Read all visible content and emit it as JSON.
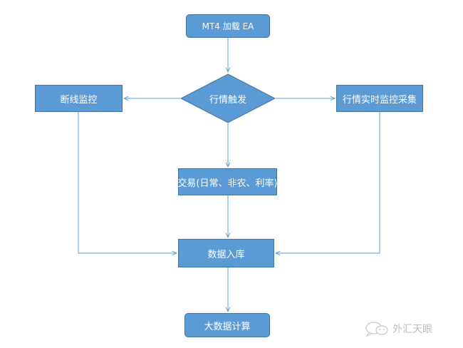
{
  "nodes": {
    "start": "MT4 加载 EA",
    "decision": "行情触发",
    "left": "断线监控",
    "right": "行情实时监控采集",
    "trade": "交易(日常、非农、利率)",
    "database": "数据入库",
    "bigdata": "大数据计算"
  },
  "watermark": {
    "text": "外汇天眼"
  },
  "colors": {
    "node_fill": "#5b9bd5",
    "node_border": "#41719c",
    "edge": "#5b9bd5",
    "node_text": "#ffffff"
  }
}
